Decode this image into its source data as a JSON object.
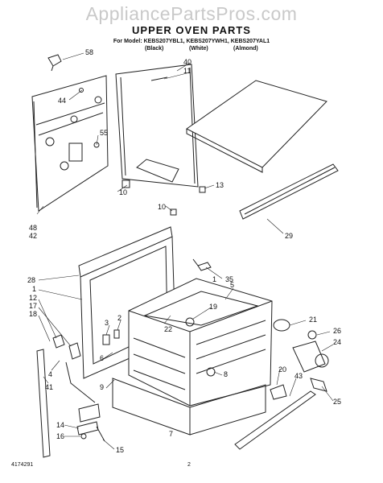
{
  "watermark": "AppliancePartsPros.com",
  "header": {
    "title": "UPPER OVEN PARTS",
    "model_line": "For Model: KEBS207YBL1, KEBS207YWH1, KEBS207YAL1",
    "colors": [
      "(Black)",
      "(White)",
      "(Almond)"
    ]
  },
  "footer": {
    "doc_number": "4174291",
    "page_number": "2"
  },
  "callouts": [
    "58",
    "44",
    "40",
    "11",
    "55",
    "10",
    "13",
    "10",
    "48",
    "42",
    "29",
    "28",
    "35",
    "5",
    "1",
    "12",
    "17",
    "18",
    "19",
    "22",
    "3",
    "2",
    "21",
    "26",
    "24",
    "6",
    "9",
    "8",
    "4",
    "41",
    "20",
    "43",
    "25",
    "14",
    "16",
    "15",
    "7",
    "1"
  ]
}
